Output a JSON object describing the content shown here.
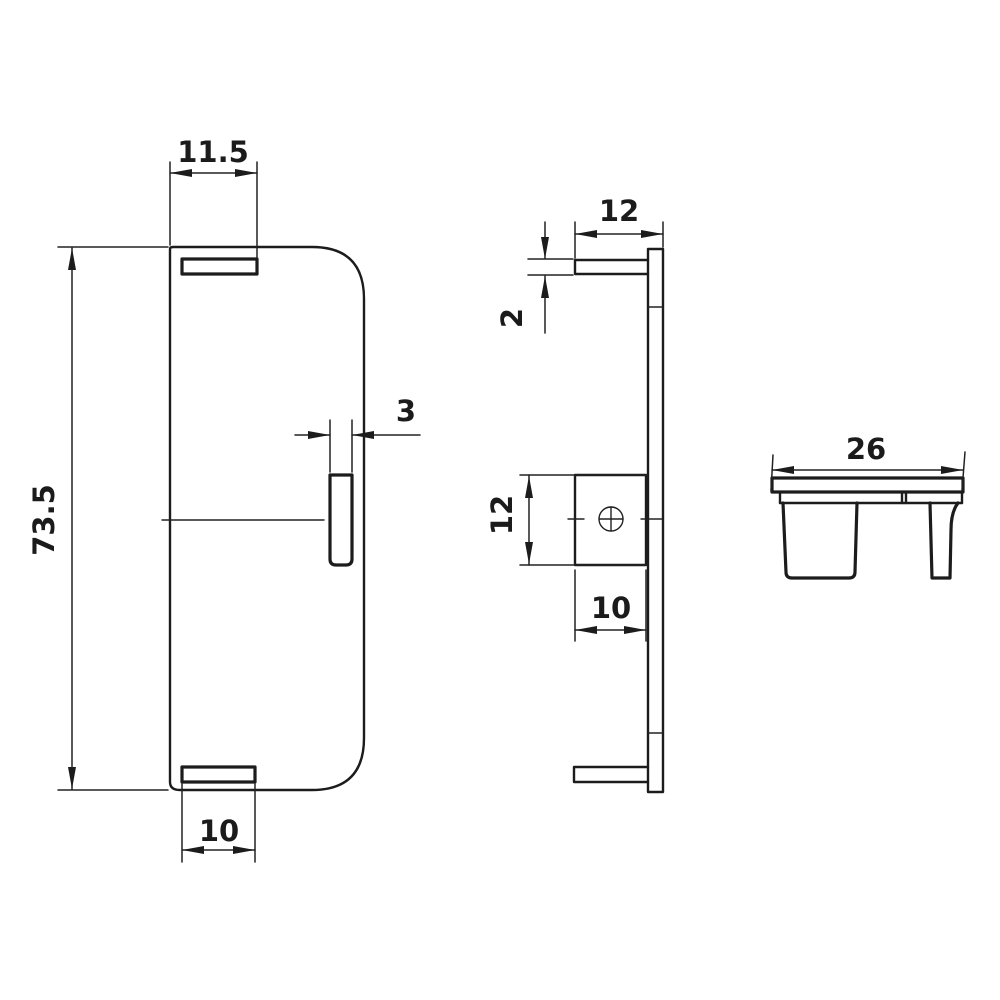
{
  "background": "#ffffff",
  "line_color": "#1c1c1c",
  "drawing_type": "orthographic-technical-drawing-end-cap",
  "views": {
    "front": {
      "dims": {
        "top_slot_offset": "11.5",
        "overall_height": "73.5",
        "side_slot_width": "3",
        "bottom_slot_width": "10"
      }
    },
    "side": {
      "dims": {
        "overall_depth": "12",
        "tab_thickness": "2",
        "boss_height": "12",
        "boss_depth": "10"
      },
      "symbols": {
        "hole_center": "circle-with-crosshair"
      }
    },
    "end": {
      "dims": {
        "overall_width": "26"
      }
    }
  }
}
